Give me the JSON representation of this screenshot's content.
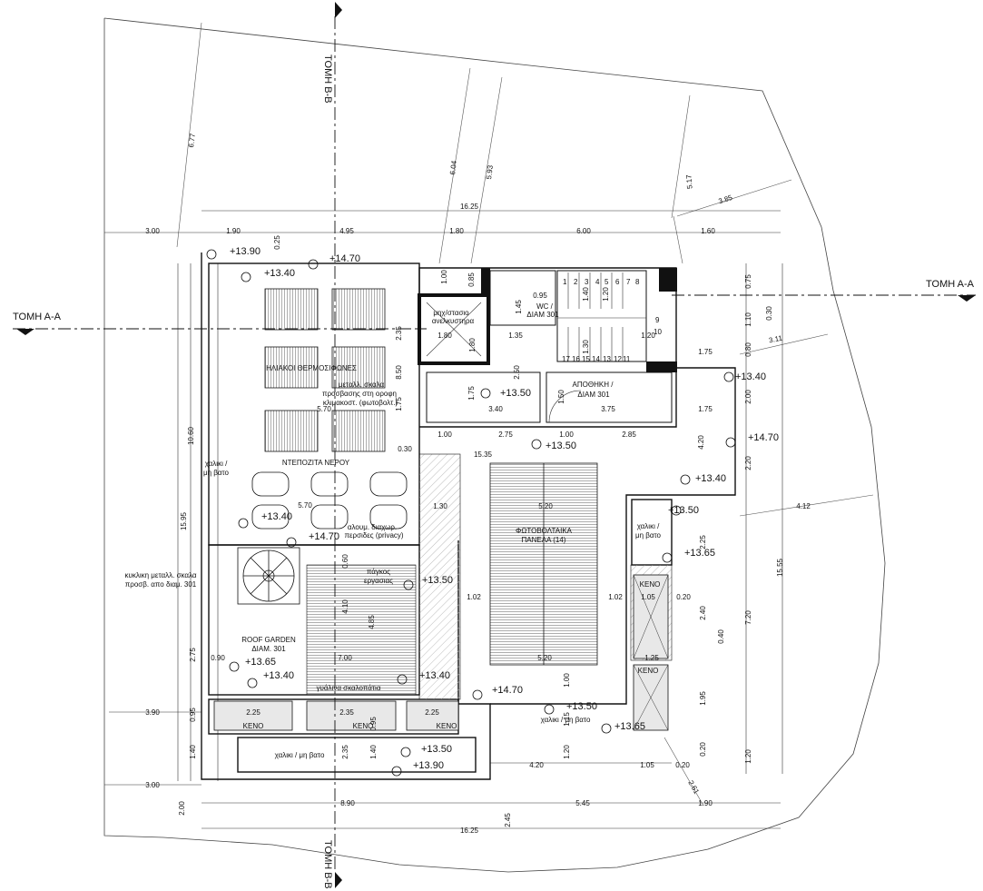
{
  "sections": {
    "aa_left": "ΤΟΜΗ Α-Α",
    "aa_right": "ΤΟΜΗ Α-Α",
    "bb_top": "ΤΟΜΗ Β-Β",
    "bb_bottom": "ΤΟΜΗ Β-Β"
  },
  "levels": {
    "l_1390_top": "+13.90",
    "l_1470_top": "+14.70",
    "l_1340_top": "+13.40",
    "l_1350_mid": "+13.50",
    "l_1350_center": "+13.50",
    "l_1340_right": "+13.40",
    "l_1470_right": "+14.70",
    "l_1340_right2": "+13.40",
    "l_1350_right": "+13.50",
    "l_1365_right": "+13.65",
    "l_1340_left": "+13.40",
    "l_1470_mid": "+14.70",
    "l_1350_stair": "+13.50",
    "l_1365_left": "+13.65",
    "l_1340_garden": "+13.40",
    "l_1340_garden2": "+13.40",
    "l_1470_bottom": "+14.70",
    "l_1350_bottom": "+13.50",
    "l_1365_bottom": "+13.65",
    "l_1350_bottom2": "+13.50",
    "l_1390_bottom": "+13.90"
  },
  "labels": {
    "elevator_room": "μηχ/στασιο",
    "elevator_room2": "ανελκυστηρα",
    "wc": "WC /",
    "wc2": "ΔΙΑΜ 301",
    "storage": "ΑΠΟΘΗΚΗ /",
    "storage2": "ΔΙΑΜ 301",
    "solar": "ΗΛΙΑΚΟΙ ΘΕΡΜΟΣΙΦΩΝΕΣ",
    "metal_stair": "μεταλλ. σκαλα",
    "metal_stair2": "προσβασης στη οροφη",
    "metal_stair3": "κλιμακοστ. (φωτοβολτ.)",
    "tanks": "ΝΤΕΠΟΖΙΤΑ ΝΕΡΟΥ",
    "gravel_left": "χαλικι /",
    "gravel_left2": "μη βατο",
    "privacy": "αλουμ. διαχωρ.",
    "privacy2": "περσιδες (privacy)",
    "spiral": "κυκλικη μεταλλ. σκαλα",
    "spiral2": "προσβ. απο διαμ. 301",
    "counter": "πάγκος",
    "counter2": "εργασιας",
    "roof_garden": "ROOF GARDEN",
    "roof_garden2": "ΔΙΑΜ. 301",
    "pv": "ΦΩΤΟΒΟΛΤΑΙΚΑ",
    "pv2": "ΠΑΝΕΛΑ (14)",
    "gravel_right": "χαλικι /",
    "gravel_right2": "μη βατο",
    "void1": "ΚΕΝΟ",
    "void2": "ΚΕΝΟ",
    "void3": "ΚΕΝΟ",
    "void4": "ΚΕΝΟ",
    "void5": "ΚΕΝΟ",
    "glass_stair": "γυάλινα σκαλοπάτια",
    "gravel_bottom_right": "χαλικι / μη βατο",
    "gravel_bottom": "χαλικι / μη βατο"
  },
  "dims": {
    "d1625_top": "16.25",
    "d300_top": "3.00",
    "d190_top": "1.90",
    "d495": "4.95",
    "d180_top": "1.80",
    "d600": "6.00",
    "d160": "1.60",
    "d677": "6.77",
    "d604": "6.04",
    "d593": "5.93",
    "d517": "5.17",
    "d385": "3.85",
    "d025": "0.25",
    "d100_a": "1.00",
    "d085": "0.85",
    "d075": "0.75",
    "d030_r": "0.30",
    "d110": "1.10",
    "d311": "3.11",
    "d175_a": "1.75",
    "d080": "0.80",
    "d235": "2.35",
    "d850": "8.50",
    "d175_b": "1.75",
    "d180_el": "1.80",
    "d180_el2": "1.80",
    "d135": "1.35",
    "d095": "0.95",
    "d145": "1.45",
    "d120_st": "1.20",
    "d130": "1.30",
    "d140": "1.40",
    "d120_b": "1.20",
    "d250": "2.50",
    "d175_c": "1.75",
    "d150": "1.50",
    "d340": "3.40",
    "d375": "3.75",
    "d175_d": "1.75",
    "d200": "2.00",
    "d570_a": "5.70",
    "d1060": "10.60",
    "d030_l": "0.30",
    "d100_b": "1.00",
    "d275_a": "2.75",
    "d100_c": "1.00",
    "d285": "2.85",
    "d1535": "15.35",
    "d420_a": "4.20",
    "d220": "2.20",
    "d412": "4.12",
    "d1595": "15.95",
    "d570_b": "5.70",
    "d130_b": "1.30",
    "d520_a": "5.20",
    "d1555": "15.55",
    "d225": "2.25",
    "d060": "0.60",
    "d410": "4.10",
    "d485": "4.85",
    "d102_a": "1.02",
    "d102_b": "1.02",
    "d105": "1.05",
    "d020_a": "0.20",
    "d240": "2.40",
    "d040": "0.40",
    "d720": "7.20",
    "d275_b": "2.75",
    "d090": "0.90",
    "d700": "7.00",
    "d520_b": "5.20",
    "d125": "1.25",
    "d100_d": "1.00",
    "d195": "1.95",
    "d390": "3.90",
    "d095_b": "0.95",
    "d225_a": "2.25",
    "d235_b": "2.35",
    "d225_b": "2.25",
    "d095_c": "0.95",
    "d115": "1.15",
    "d140_b": "1.40",
    "d235_c": "2.35",
    "d140_c": "1.40",
    "d120_c": "1.20",
    "d420_b": "4.20",
    "d105_b": "1.05",
    "d020_b": "0.20",
    "d020_c": "0.20",
    "d120_d": "1.20",
    "d300_b": "3.00",
    "d261": "2.61",
    "d200_b": "2.00",
    "d890": "8.90",
    "d545": "5.45",
    "d190_b": "1.90",
    "d245": "2.45",
    "d1625_b": "16.25"
  },
  "stair_numbers": [
    "1",
    "2",
    "3",
    "4",
    "5",
    "6",
    "7",
    "8",
    "9",
    "10",
    "11",
    "12",
    "13",
    "14",
    "15",
    "16",
    "17"
  ]
}
